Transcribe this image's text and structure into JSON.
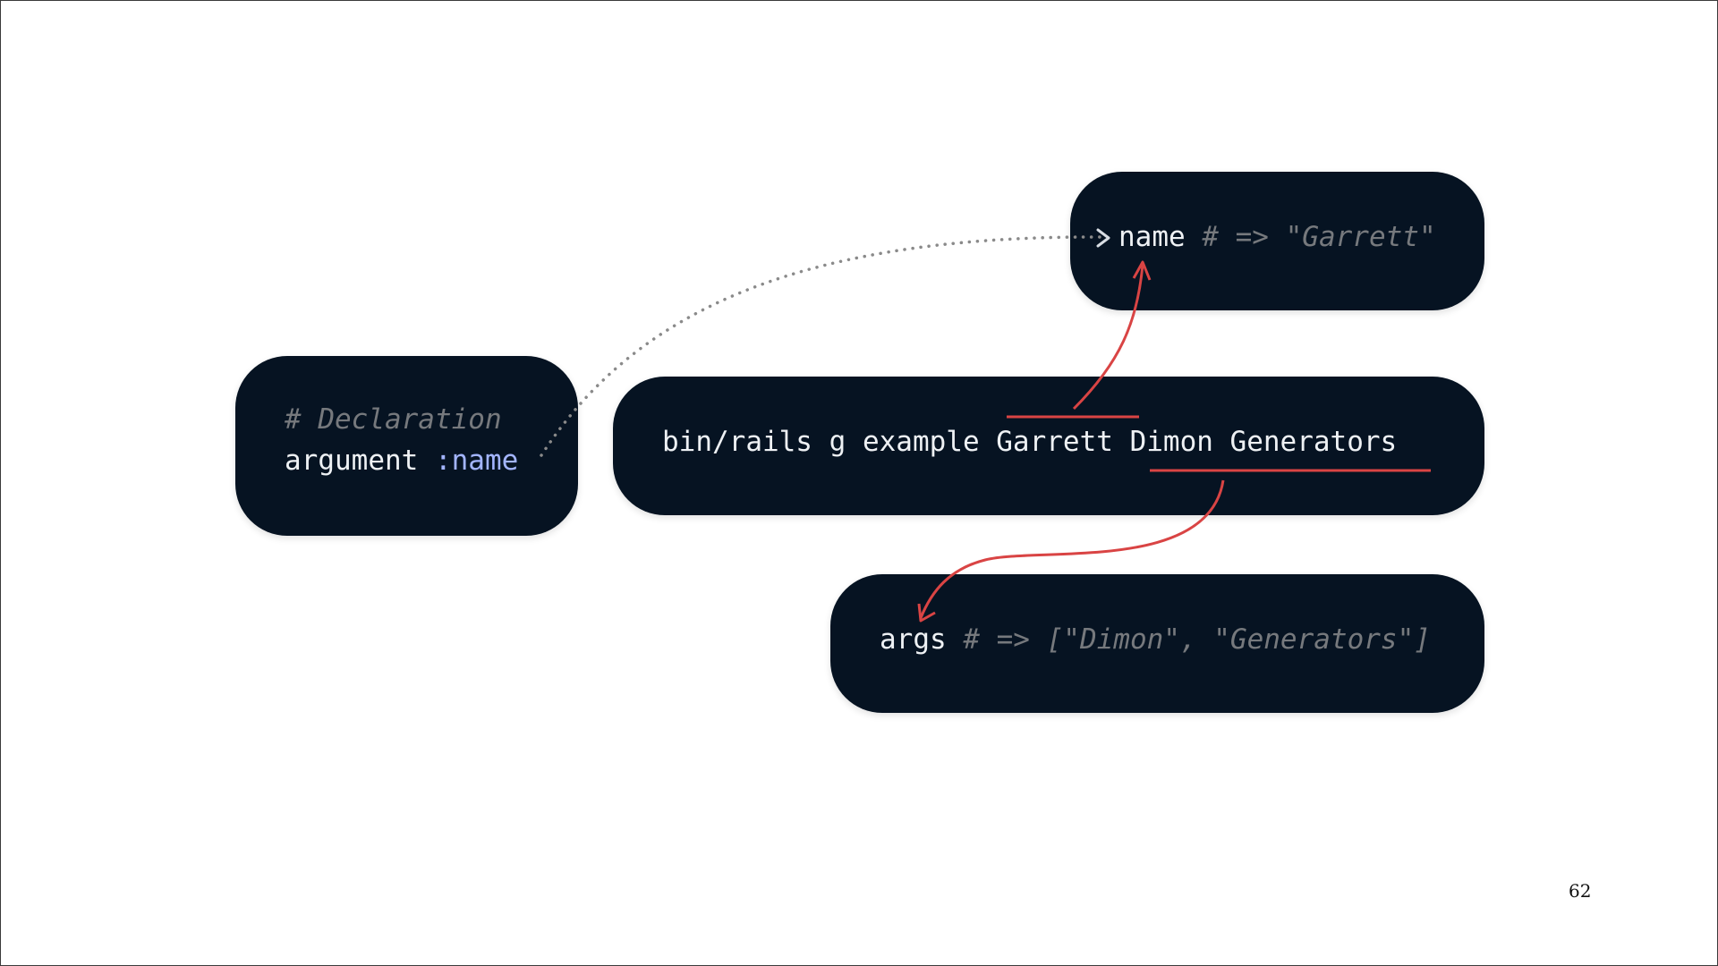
{
  "declaration": {
    "comment": "# Declaration",
    "keyword": "argument ",
    "symbol": ":name"
  },
  "command": {
    "text": "bin/rails g example Garrett Dimon Generators"
  },
  "name_result": {
    "variable": "name",
    "comment": " # => \"Garrett\""
  },
  "args_result": {
    "variable": "args",
    "comment": " # => [\"Dimon\", \"Generators\"]"
  },
  "page_number": "62",
  "colors": {
    "box_background": "#061322",
    "code_text": "#eef1f4",
    "comment_text": "#76797d",
    "symbol_text": "#a3b5ff",
    "highlight_red": "#d94444",
    "dotted_connector": "#8a8a8a"
  }
}
